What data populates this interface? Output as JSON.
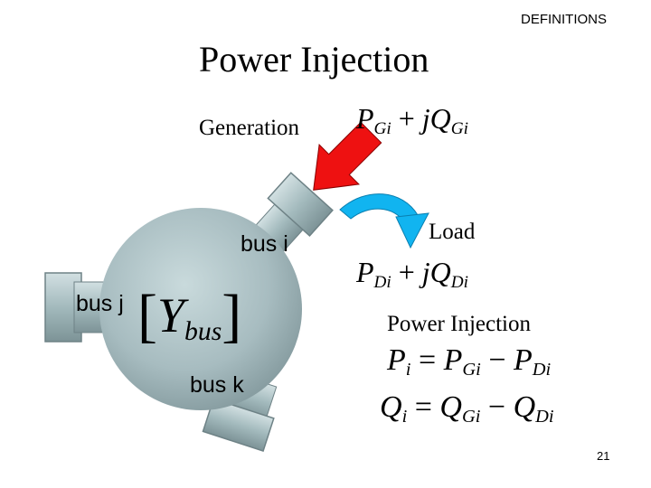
{
  "header": {
    "section": "DEFINITIONS"
  },
  "slide": {
    "title": "Power Injection",
    "generation_label": "Generation",
    "load_label": "Load",
    "power_injection_label": "Power Injection",
    "page_number": "21"
  },
  "buses": {
    "i": "bus i",
    "j": "bus j",
    "k": "bus k"
  },
  "formulas": {
    "ybus": {
      "letter": "Y",
      "sub": "bus"
    },
    "generation": {
      "p": "P",
      "p_sub": "Gi",
      "plus": "+",
      "jq": "jQ",
      "q_sub": "Gi"
    },
    "load": {
      "p": "P",
      "p_sub": "Di",
      "plus": "+",
      "jq": "jQ",
      "q_sub": "Di"
    },
    "p_eq": {
      "lhs": "P",
      "lhs_sub": "i",
      "eq": "=",
      "a": "P",
      "a_sub": "Gi",
      "minus": "−",
      "b": "P",
      "b_sub": "Di"
    },
    "q_eq": {
      "lhs": "Q",
      "lhs_sub": "i",
      "eq": "=",
      "a": "Q",
      "a_sub": "Gi",
      "minus": "−",
      "b": "Q",
      "b_sub": "Di"
    }
  },
  "colors": {
    "sphere": "#a7bcc0",
    "pipe": "#9fb7ba",
    "generation_arrow": "#ee1111",
    "load_arrow": "#11b4f0"
  }
}
